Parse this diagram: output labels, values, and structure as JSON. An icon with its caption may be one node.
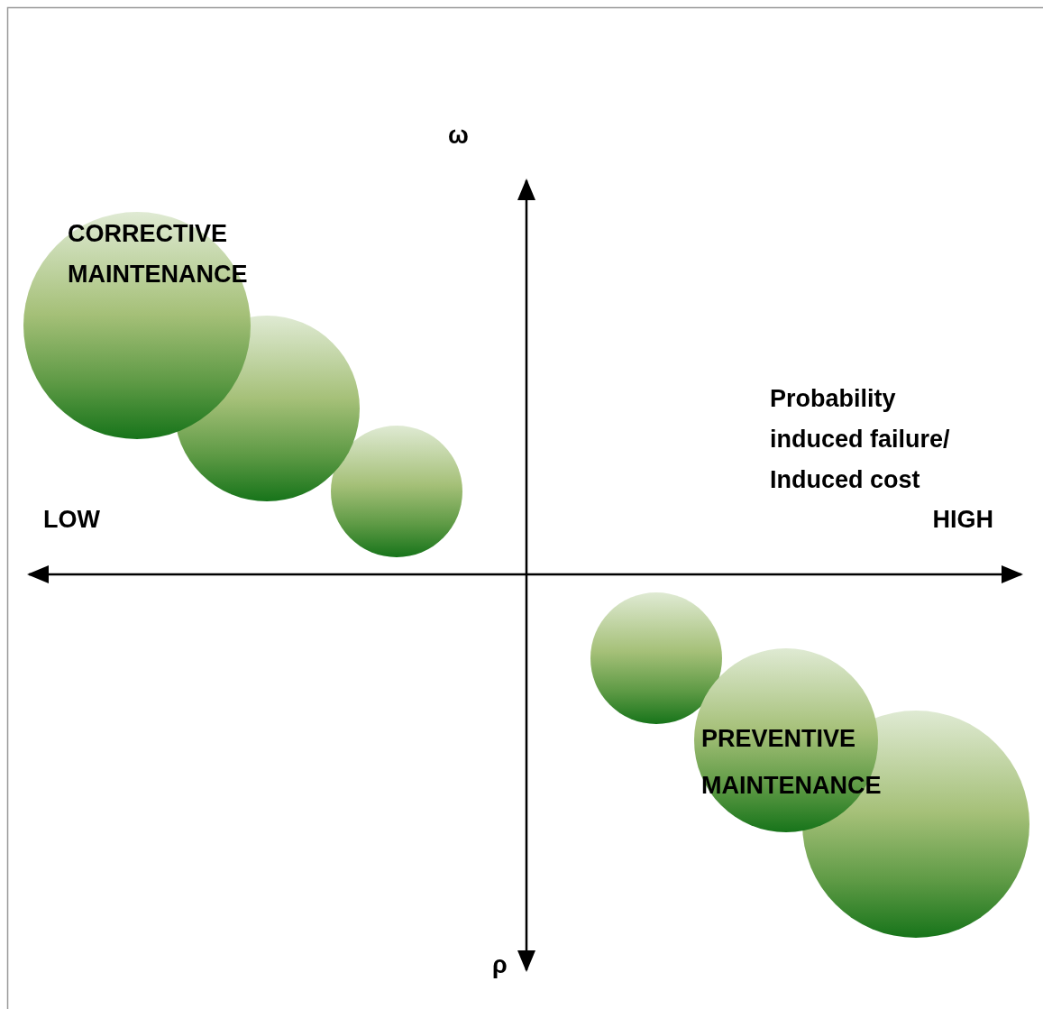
{
  "diagram": {
    "nodes": [
      {
        "text": [],
        "shape": "circle"
      },
      {
        "text": [],
        "shape": "circle"
      },
      {
        "text": [],
        "shape": "circle"
      },
      {
        "text": [],
        "shape": "circle"
      },
      {
        "text": [],
        "shape": "circle"
      },
      {
        "text": [],
        "shape": "circle"
      }
    ],
    "edges": [],
    "labels": [
      "ω",
      "CORRECTIVE MAINTENANCE",
      "Probability induced failure/ Induced cost",
      "LOW",
      "HIGH",
      "PREVENTIVE MAINTENANCE",
      "ρ"
    ]
  }
}
